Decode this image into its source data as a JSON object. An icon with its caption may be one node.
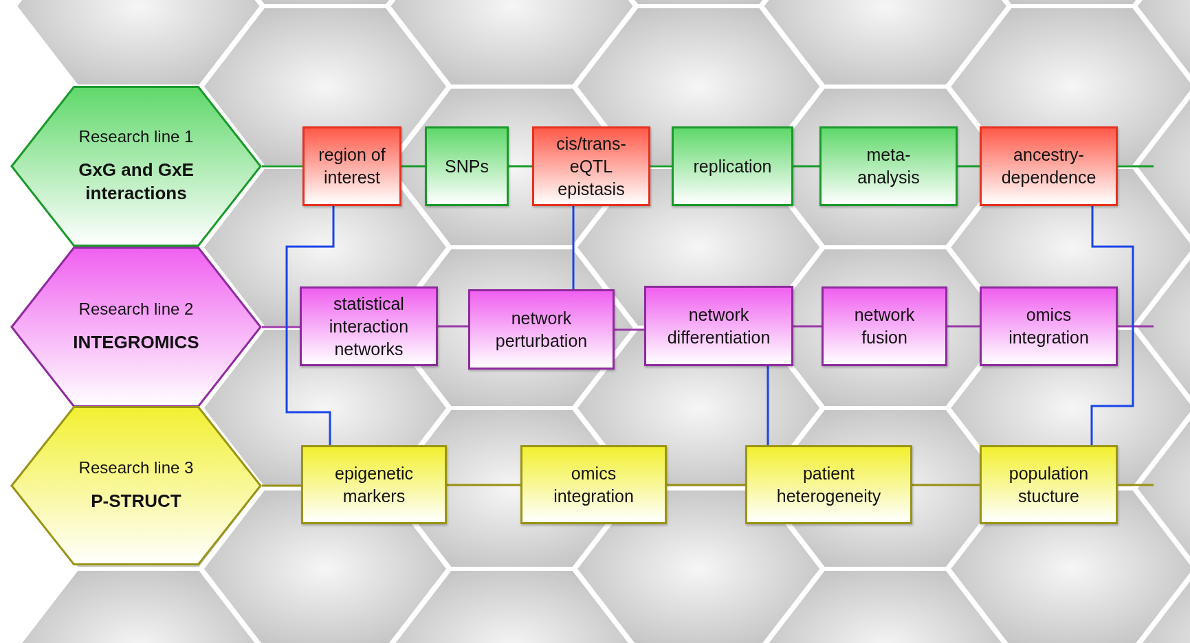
{
  "diagram": {
    "nodes": [
      {
        "text": [
          "Research line 1",
          "GxG and GxE interactions"
        ]
      },
      {
        "text": [
          "region of interest"
        ]
      },
      {
        "text": [
          "SNPs"
        ]
      },
      {
        "text": [
          "cis/trans- eQTL epistasis"
        ]
      },
      {
        "text": [
          "replication"
        ]
      },
      {
        "text": [
          "meta- analysis"
        ]
      },
      {
        "text": [
          "ancestry- dependence"
        ]
      },
      {
        "text": [
          "Research line 2",
          "INTEGROMICS"
        ]
      },
      {
        "text": [
          "statistical interaction networks"
        ]
      },
      {
        "text": [
          "network perturbation"
        ]
      },
      {
        "text": [
          "network differentiation"
        ]
      },
      {
        "text": [
          "network fusion"
        ]
      },
      {
        "text": [
          "omics integration"
        ]
      },
      {
        "text": [
          "Research line 3",
          "P-STRUCT"
        ]
      },
      {
        "text": [
          "epigenetic markers"
        ]
      },
      {
        "text": [
          "omics integration"
        ]
      },
      {
        "text": [
          "patient heterogeneity"
        ]
      },
      {
        "text": [
          "population stucture"
        ]
      }
    ],
    "edges": [
      {
        "from": 0,
        "to": 1,
        "arrow": "none",
        "color": "#1a9a2a"
      },
      {
        "from": 1,
        "to": 2,
        "arrow": "none",
        "color": "#1a9a2a"
      },
      {
        "from": 2,
        "to": 3,
        "arrow": "none",
        "color": "#1a9a2a"
      },
      {
        "from": 3,
        "to": 4,
        "arrow": "none",
        "color": "#1a9a2a"
      },
      {
        "from": 4,
        "to": 5,
        "arrow": "none",
        "color": "#1a9a2a"
      },
      {
        "from": 5,
        "to": 6,
        "arrow": "none",
        "color": "#1a9a2a"
      },
      {
        "from": 6,
        "to": null,
        "arrow": "none",
        "color": "#1a9a2a"
      },
      {
        "from": 7,
        "to": 8,
        "arrow": "none",
        "color": "#9a3aa8"
      },
      {
        "from": 8,
        "to": 9,
        "arrow": "none",
        "color": "#9a3aa8"
      },
      {
        "from": 9,
        "to": 10,
        "arrow": "none",
        "color": "#9a3aa8"
      },
      {
        "from": 10,
        "to": 11,
        "arrow": "none",
        "color": "#9a3aa8"
      },
      {
        "from": 11,
        "to": 12,
        "arrow": "none",
        "color": "#9a3aa8"
      },
      {
        "from": 12,
        "to": null,
        "arrow": "none",
        "color": "#9a3aa8"
      },
      {
        "from": 13,
        "to": 14,
        "arrow": "none",
        "color": "#999010"
      },
      {
        "from": 14,
        "to": 15,
        "arrow": "none",
        "color": "#999010"
      },
      {
        "from": 15,
        "to": 16,
        "arrow": "none",
        "color": "#999010"
      },
      {
        "from": 16,
        "to": 17,
        "arrow": "none",
        "color": "#999010"
      },
      {
        "from": 17,
        "to": null,
        "arrow": "none",
        "color": "#999010"
      },
      {
        "from": 1,
        "to": 14,
        "arrow": "none",
        "color": "#1a44e8"
      },
      {
        "from": 3,
        "to": 9,
        "arrow": "none",
        "color": "#1a44e8"
      },
      {
        "from": 10,
        "to": 16,
        "arrow": "none",
        "color": "#1a44e8"
      },
      {
        "from": 6,
        "to": 17,
        "arrow": "none",
        "color": "#1a44e8"
      }
    ]
  }
}
